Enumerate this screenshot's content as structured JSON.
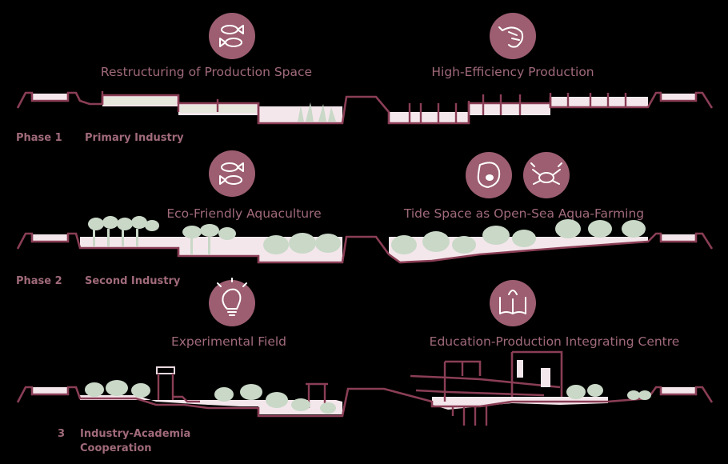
{
  "phases": [
    {
      "phase_label": "Phase 1",
      "industry": "Primary Industry",
      "left_title": "Restructuring of Production Space",
      "right_title": "High-Efficiency Production",
      "left_icons": [
        "fish-icon"
      ],
      "right_icons": [
        "shrimp-icon"
      ]
    },
    {
      "phase_label": "Phase 2",
      "industry": "Second Industry",
      "left_title": "Eco-Friendly Aquaculture",
      "right_title": "Tide Space as Open-Sea Aqua-Farming",
      "left_icons": [
        "fish-icon"
      ],
      "right_icons": [
        "oyster-icon",
        "crab-icon"
      ]
    },
    {
      "phase_label": "3",
      "industry_line1": "Industry-Academia",
      "industry_line2": "Cooperation",
      "left_title": "Experimental Field",
      "right_title": "Education-Production Integrating Centre",
      "left_icons": [
        "lightbulb-icon"
      ],
      "right_icons": [
        "book-icon"
      ]
    }
  ],
  "colors": {
    "background": "#000000",
    "accent": "#9d5e71",
    "section_line": "#8a3e55",
    "water_fill": "#f4e7ec",
    "vegetation": "#c9d8c7",
    "label_text": "#a06a7a"
  }
}
